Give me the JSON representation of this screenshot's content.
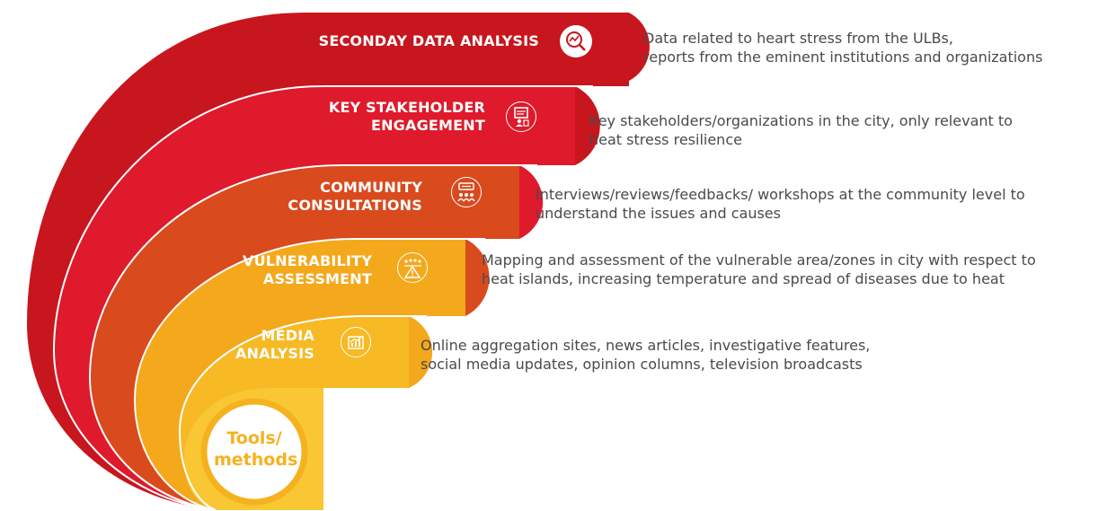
{
  "colors": {
    "band1": "#c8161e",
    "band2": "#de1a2c",
    "band3": "#d94a1d",
    "band4": "#f4a81c",
    "band5": "#f7b924",
    "band6": "#f9c734",
    "center": "#f5b21f",
    "text_gray": "#4a4a4a"
  },
  "bands": [
    {
      "label_lines": [
        "SECONDAY DATA ANALYSIS"
      ],
      "icon": "magnifier-chart-icon",
      "desc_lines": [
        "Data related to heart stress from the ULBs,",
        "reports from the eminent institutions and organizations"
      ]
    },
    {
      "label_lines": [
        "KEY STAKEHOLDER",
        "ENGAGEMENT"
      ],
      "icon": "presentation-board-icon",
      "desc_lines": [
        "Key stakeholders/organizations in the city, only relevant to",
        "heat stress resilience"
      ]
    },
    {
      "label_lines": [
        "COMMUNITY",
        "CONSULTATIONS"
      ],
      "icon": "community-meeting-icon",
      "desc_lines": [
        "Interviews/reviews/feedbacks/ workshops at the community level to",
        "understand the issues and causes"
      ]
    },
    {
      "label_lines": [
        "VULNERABILITY",
        "ASSESSMENT"
      ],
      "icon": "people-warning-icon",
      "desc_lines": [
        "Mapping and assessment of the vulnerable area/zones in city with respect to",
        "heat islands, increasing temperature and spread of diseases due to heat"
      ]
    },
    {
      "label_lines": [
        "MEDIA",
        "ANALYSIS"
      ],
      "icon": "media-chart-icon",
      "desc_lines": [
        "Online aggregation sites, news articles, investigative features,",
        "social media updates, opinion columns, television broadcasts"
      ]
    }
  ],
  "center_lines": [
    "Tools/",
    "methods"
  ]
}
